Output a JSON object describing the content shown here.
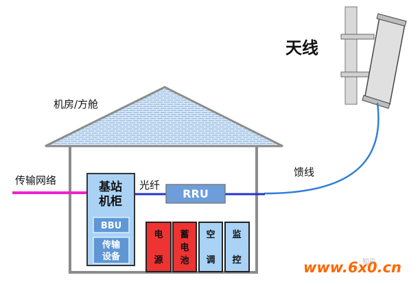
{
  "labels": {
    "antenna": "天线",
    "machine_room": "机房/方舱",
    "feeder": "馈线",
    "transmission_network": "传输网络",
    "fiber": "光纤"
  },
  "base_station": {
    "title_line1": "基站",
    "title_line2": "机柜",
    "bbu": "BBU",
    "transmission_line1": "传输",
    "transmission_line2": "设备"
  },
  "rru": "RRU",
  "cabinets": [
    {
      "chars": [
        "电",
        "源"
      ],
      "color": "#ee3333"
    },
    {
      "chars": [
        "蓄",
        "电",
        "池"
      ],
      "color": "#ee3333"
    },
    {
      "chars": [
        "空",
        "调"
      ],
      "color": "#a9d2f5"
    },
    {
      "chars": [
        "监",
        "控"
      ],
      "color": "#a9d2f5"
    }
  ],
  "colors": {
    "roof_fill": "#a8c8e8",
    "wall": "#8c8c8c",
    "equipment_blue": "#a9d2f5",
    "rru_fill": "#6d9edb",
    "bbu_fill": "#5f97d5",
    "transmission_line": "#ee22cc",
    "fiber_line": "#2233cc",
    "feeder_line": "#2f7fd8"
  },
  "watermark": {
    "site": "www.6x0.cn",
    "faint": "知乎"
  }
}
